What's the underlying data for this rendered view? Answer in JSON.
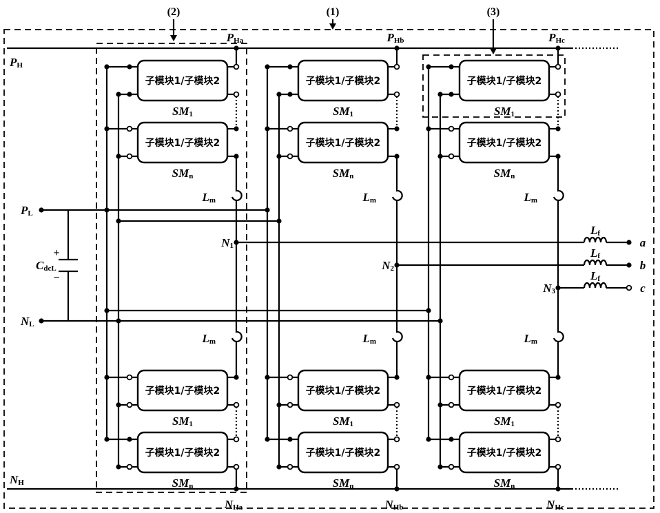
{
  "callouts": {
    "c1": "(1)",
    "c2": "(2)",
    "c3": "(3)"
  },
  "module_text": "子模块1/子模块2",
  "sm1": {
    "main": "SM",
    "sub": "1"
  },
  "smn": {
    "main": "SM",
    "sub": "n"
  },
  "lm": {
    "main": "L",
    "sub": "m"
  },
  "lf": {
    "main": "L",
    "sub": "f"
  },
  "rails": {
    "PH": {
      "main": "P",
      "sub": "H"
    },
    "NH": {
      "main": "N",
      "sub": "H"
    },
    "PL": {
      "main": "P",
      "sub": "L"
    },
    "NL": {
      "main": "N",
      "sub": "L"
    }
  },
  "capacitor": {
    "main": "C",
    "sub": "dcL",
    "plus": "+",
    "minus": "−"
  },
  "phases": [
    {
      "top": {
        "main": "P",
        "sub": "Ha"
      },
      "bottom": {
        "main": "N",
        "sub": "Ha"
      },
      "node": {
        "main": "N",
        "sub": "1"
      },
      "output": "a"
    },
    {
      "top": {
        "main": "P",
        "sub": "Hb"
      },
      "bottom": {
        "main": "N",
        "sub": "Hb"
      },
      "node": {
        "main": "N",
        "sub": "2"
      },
      "output": "b"
    },
    {
      "top": {
        "main": "P",
        "sub": "Hc"
      },
      "bottom": {
        "main": "N",
        "sub": "Hc"
      },
      "node": {
        "main": "N",
        "sub": "3"
      },
      "output": "c"
    }
  ]
}
